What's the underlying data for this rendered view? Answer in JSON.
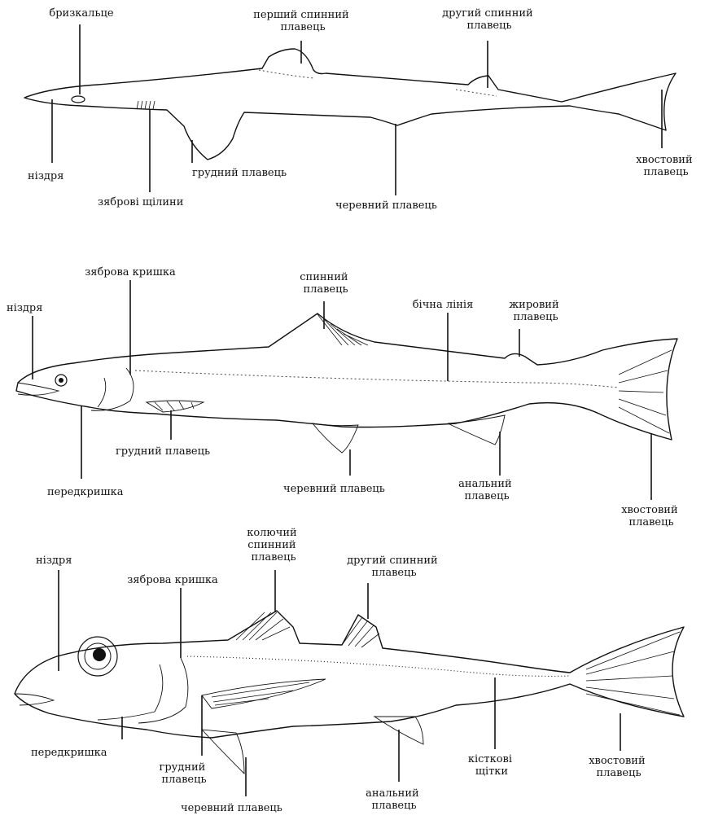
{
  "figures": [
    {
      "id": "shark",
      "labels": {
        "spiracle": "бризкальце",
        "first_dorsal_fin": [
          "перший спинний",
          "плавець"
        ],
        "second_dorsal_fin": [
          "другий спинний",
          "плавець"
        ],
        "nostril": "ніздря",
        "pectoral_fin": "грудний плавець",
        "gill_slits": "зяброві щілини",
        "pelvic_fin": "черевний плавець",
        "caudal_fin": [
          "хвостовий",
          "плавець"
        ]
      }
    },
    {
      "id": "salmon",
      "labels": {
        "gill_cover": "зяброва кришка",
        "nostril": "ніздря",
        "dorsal_fin": [
          "спинний",
          "плавець"
        ],
        "lateral_line": "бічна лінія",
        "adipose_fin": [
          "жировий",
          "плавець"
        ],
        "pectoral_fin": "грудний плавець",
        "preopercle": "передкришка",
        "pelvic_fin": "черевний плавець",
        "anal_fin": [
          "анальний",
          "плавець"
        ],
        "caudal_fin": [
          "хвостовий",
          "плавець"
        ]
      }
    },
    {
      "id": "perch",
      "labels": {
        "spiny_dorsal_fin": [
          "колючий",
          "спинний",
          "плавець"
        ],
        "second_dorsal_fin": [
          "другий спинний",
          "плавець"
        ],
        "nostril": "ніздря",
        "gill_cover": "зяброва кришка",
        "preopercle": "передкришка",
        "pectoral_fin": [
          "грудний",
          "плавець"
        ],
        "pelvic_fin": "черевний плавець",
        "anal_fin": [
          "анальний",
          "плавець"
        ],
        "bony_scutes": [
          "кісткові",
          "щітки"
        ],
        "caudal_fin": [
          "хвостовий",
          "плавець"
        ]
      }
    }
  ]
}
